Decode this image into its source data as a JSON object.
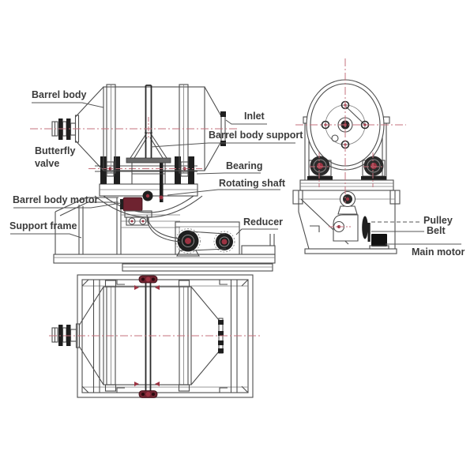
{
  "labels": {
    "barrel_body": "Barrel body",
    "butterfly_valve": "Butterfly valve",
    "barrel_body_motor": "Barrel body motor",
    "support_frame": "Support frame",
    "inlet": "Inlet",
    "barrel_body_support": "Barrel body support",
    "bearing": "Bearing",
    "rotating_shaft": "Rotating shaft",
    "reducer": "Reducer",
    "pulley": "Pulley",
    "belt": "Belt",
    "main_motor": "Main motor"
  },
  "colors": {
    "background": "#ffffff",
    "drawing_line": "#4d4d4d",
    "centerline_red": "#c4717c",
    "dark_part": "#1f1f1f",
    "maroon_part": "#6e2330",
    "hub_red": "#9c3342",
    "label_text": "#3b3b3b"
  }
}
